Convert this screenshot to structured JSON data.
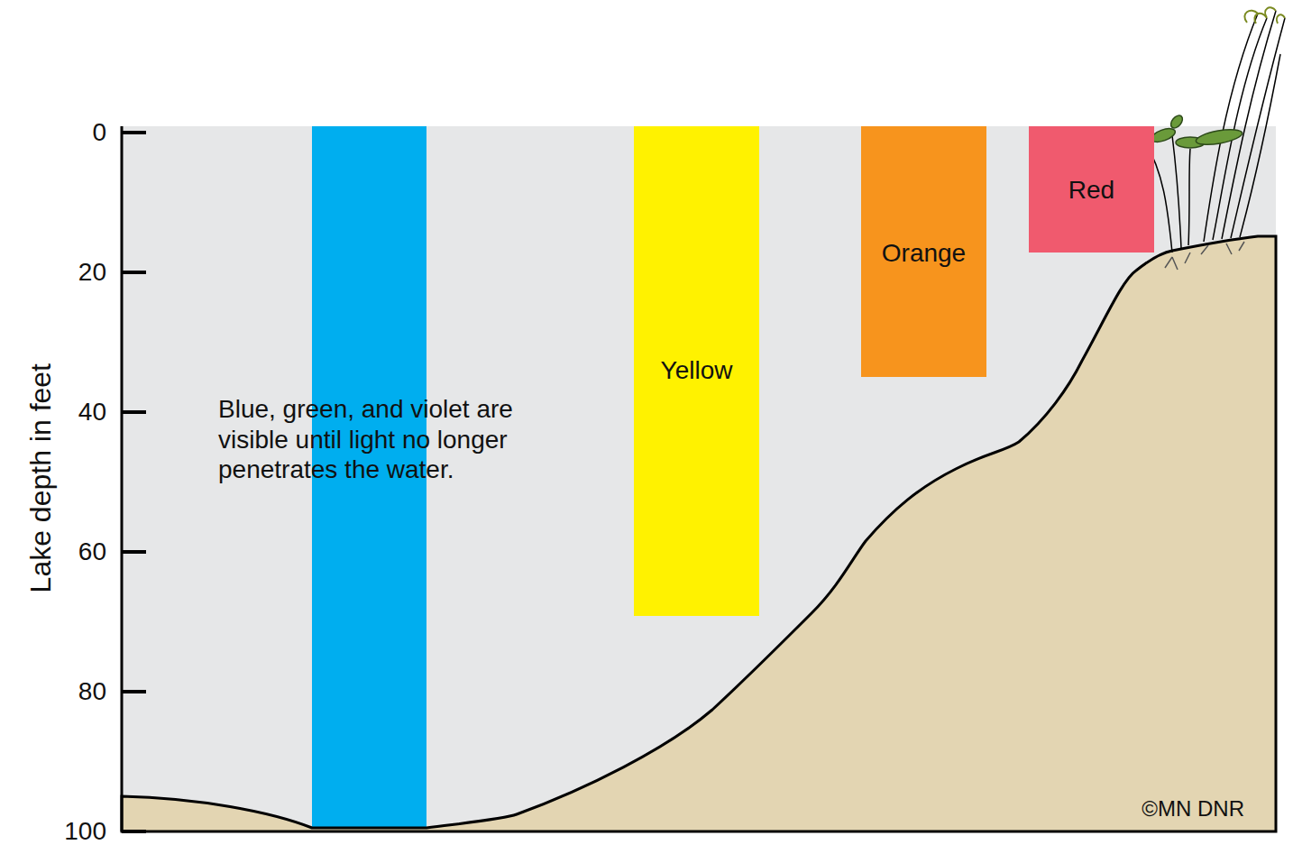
{
  "diagram": {
    "nodes": [
      {
        "text": [
          "Yellow"
        ]
      },
      {
        "text": [
          "Orange"
        ]
      },
      {
        "text": [
          "Red"
        ]
      }
    ],
    "labels": [
      "0",
      "20",
      "40",
      "60",
      "80",
      "100",
      "Lake depth in feet",
      "Blue, green, and violet are visible until light no longer penetrates the water.",
      "©MN DNR"
    ]
  }
}
